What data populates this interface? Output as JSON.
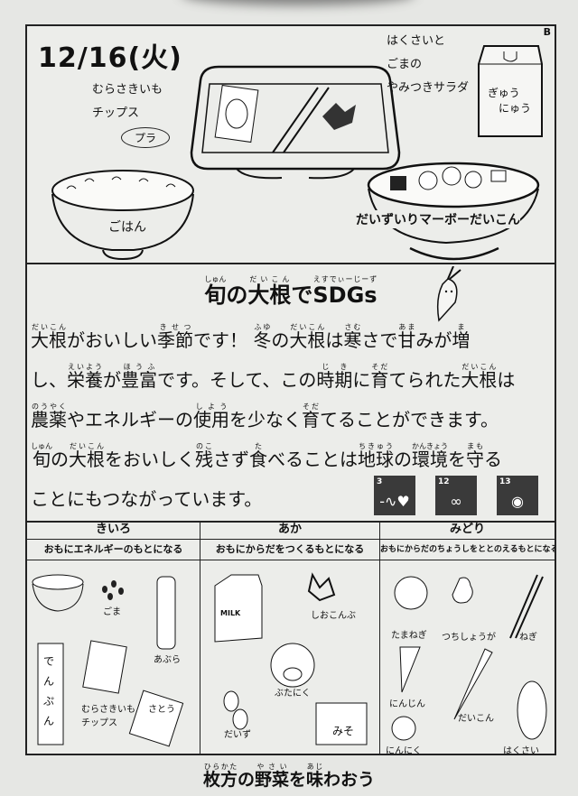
{
  "header": {
    "date": "12/16(火)",
    "version_badge": "B"
  },
  "menu": {
    "chips": "むらさきいも\nチップス",
    "chips_l1": "むらさきいも",
    "chips_l2": "チップス",
    "chips_tag": "プラ",
    "salad_l1": "はくさいと",
    "salad_l2": "ごまの",
    "salad_l3": "やみつきサラダ",
    "milk_l1": "ぎゅう",
    "milk_l2": "にゅう",
    "rice": "ごはん",
    "main": "だいずいりマーボーだいこん"
  },
  "article": {
    "title": [
      {
        "t": "旬",
        "r": "しゅん"
      },
      {
        "t": "の"
      },
      {
        "t": "大根",
        "r": "だいこん"
      },
      {
        "t": "で"
      },
      {
        "t": "SDGs",
        "r": "えすでぃーじーず"
      }
    ],
    "body": [
      {
        "t": "大根",
        "r": "だいこん"
      },
      {
        "t": "がおいしい"
      },
      {
        "t": "季節",
        "r": "きせつ"
      },
      {
        "t": "です！ "
      },
      {
        "t": "冬",
        "r": "ふゆ"
      },
      {
        "t": "の"
      },
      {
        "t": "大根",
        "r": "だいこん"
      },
      {
        "t": "は"
      },
      {
        "t": "寒",
        "r": "さむ"
      },
      {
        "t": "さで"
      },
      {
        "t": "甘",
        "r": "あま"
      },
      {
        "t": "みが"
      },
      {
        "t": "増",
        "r": "ま"
      },
      {
        "t": "し、"
      },
      {
        "t": "栄養",
        "r": "えいよう"
      },
      {
        "t": "が"
      },
      {
        "t": "豊富",
        "r": "ほうふ"
      },
      {
        "t": "です。そして、この"
      },
      {
        "t": "時期",
        "r": "じき"
      },
      {
        "t": "に"
      },
      {
        "t": "育",
        "r": "そだ"
      },
      {
        "t": "てられた"
      },
      {
        "t": "大根",
        "r": "だいこん"
      },
      {
        "t": "は"
      },
      {
        "t": "農薬",
        "r": "のうやく"
      },
      {
        "t": "やエネルギーの"
      },
      {
        "t": "使用",
        "r": "しよう"
      },
      {
        "t": "を"
      },
      {
        "t": "少",
        "r": ""
      },
      {
        "t": "なく"
      },
      {
        "t": "育",
        "r": "そだ"
      },
      {
        "t": "てることができます。"
      },
      {
        "t": "旬",
        "r": "しゅん"
      },
      {
        "t": "の"
      },
      {
        "t": "大根",
        "r": "だいこん"
      },
      {
        "t": "をおいしく"
      },
      {
        "t": "残",
        "r": "のこ"
      },
      {
        "t": "さず"
      },
      {
        "t": "食",
        "r": "た"
      },
      {
        "t": "べることは"
      },
      {
        "t": "地球",
        "r": "ちきゅう"
      },
      {
        "t": "の"
      },
      {
        "t": "環境",
        "r": "かんきょう"
      },
      {
        "t": "を"
      },
      {
        "t": "守",
        "r": "まも"
      },
      {
        "t": "る"
      },
      {
        "t": "ことにもつながっています。"
      }
    ],
    "sdg_goals": [
      {
        "num": "3",
        "symbol": "-∿♥"
      },
      {
        "num": "12",
        "symbol": "∞"
      },
      {
        "num": "13",
        "symbol": "◉"
      }
    ]
  },
  "food_groups": [
    {
      "name": "きいろ",
      "desc": "おもにエネルギーのもとになる",
      "items": [
        "ごま",
        "あぶら",
        "むらさきいも\nチップス",
        "でんぷん",
        "さとう"
      ]
    },
    {
      "name": "あか",
      "desc": "おもにからだをつくるもとになる",
      "items": [
        "しおこんぶ",
        "ぶたにく",
        "だいず",
        "みそ",
        "MILK"
      ]
    },
    {
      "name": "みどり",
      "desc": "おもにからだのちょうしをととのえるもとになる",
      "items": [
        "たまねぎ",
        "つちしょうが",
        "ねぎ",
        "にんじん",
        "だいこん",
        "にんにく",
        "はくさい"
      ]
    }
  ],
  "footer": [
    {
      "t": "枚方",
      "r": "ひらかた"
    },
    {
      "t": "の"
    },
    {
      "t": "野菜",
      "r": "やさい"
    },
    {
      "t": "を"
    },
    {
      "t": "味",
      "r": "あじ"
    },
    {
      "t": "わおう"
    }
  ]
}
